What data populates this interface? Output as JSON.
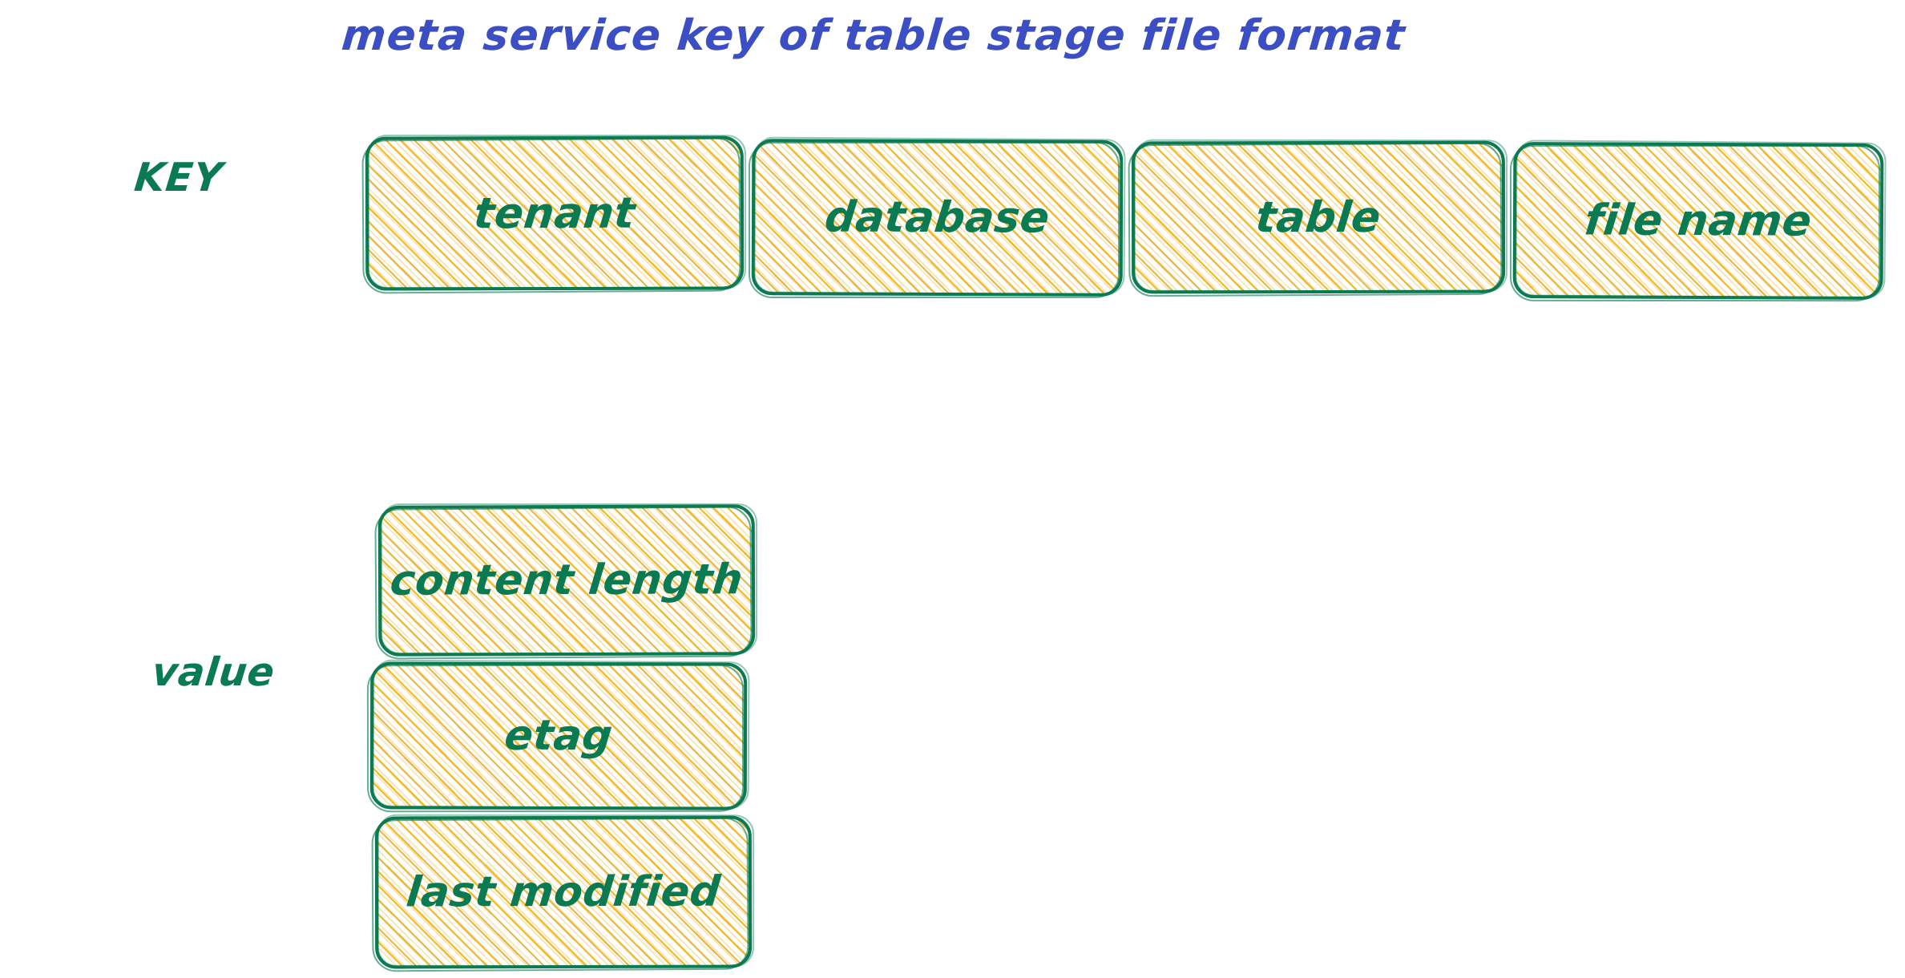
{
  "title": "meta service key of table stage file format",
  "colors": {
    "title_blue": "#3b4ec4",
    "stroke_green": "#0a7a53",
    "text_green": "#0a7a53",
    "hatch_yellow": "#f0b429",
    "background": "#ffffff"
  },
  "key_row": {
    "label": "KEY",
    "boxes": [
      {
        "label": "tenant"
      },
      {
        "label": "database"
      },
      {
        "label": "table"
      },
      {
        "label": "file name"
      }
    ]
  },
  "value_row": {
    "label": "value",
    "boxes": [
      {
        "label": "content length"
      },
      {
        "label": "etag"
      },
      {
        "label": "last modified"
      }
    ]
  }
}
